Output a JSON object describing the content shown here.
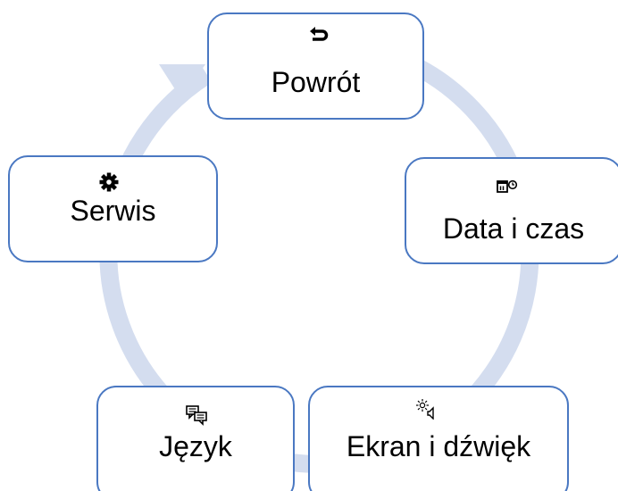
{
  "diagram": {
    "ring_color": "#d4ddef",
    "border_color": "#4a78c2",
    "nodes": [
      {
        "id": "powrot",
        "label": "Powrót",
        "icon": "undo-arrow-icon"
      },
      {
        "id": "data",
        "label": "Data i czas",
        "icon": "calendar-clock-icon"
      },
      {
        "id": "ekran",
        "label": "Ekran i dźwięk",
        "icon": "brightness-speaker-icon"
      },
      {
        "id": "jezyk",
        "label": "Język",
        "icon": "speech-bubbles-icon"
      },
      {
        "id": "serwis",
        "label": "Serwis",
        "icon": "gear-icon"
      }
    ]
  }
}
